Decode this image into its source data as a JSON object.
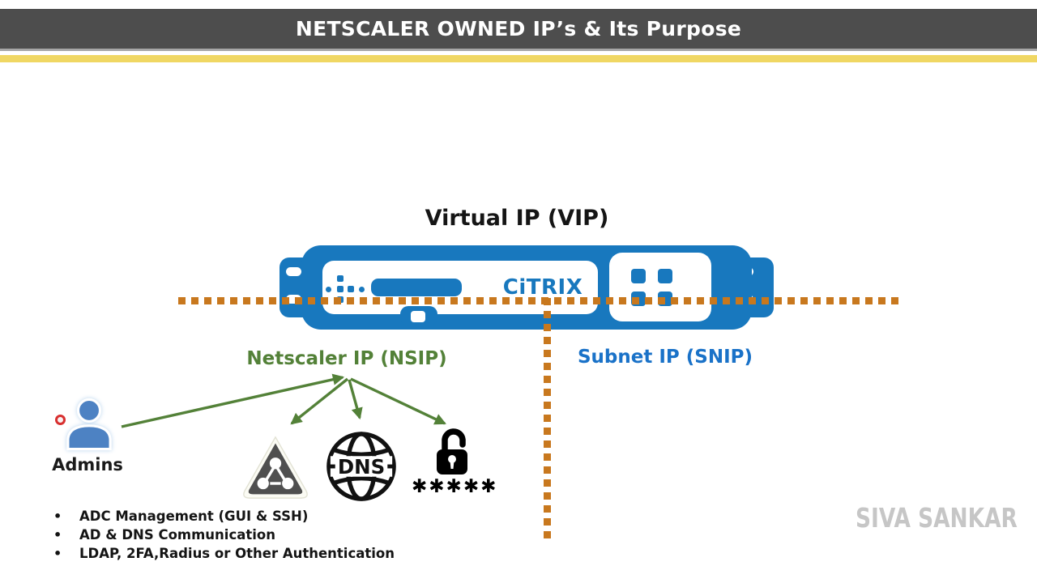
{
  "header": {
    "title": "NETSCALER OWNED IP’s & Its Purpose"
  },
  "diagram": {
    "vip_label": "Virtual IP (VIP)",
    "nsip_label": "Netscaler IP (NSIP)",
    "snip_label": "Subnet IP (SNIP)",
    "admins_label": "Admins",
    "appliance_logo": "CiTRIX",
    "dns_text": "DNS",
    "password_mask": "✱✱✱✱✱"
  },
  "icons": {
    "admin": "admin-person-icon",
    "pointer": "laser-pointer-dot",
    "active_directory": "ad-network-triangle-icon",
    "dns": "dns-globe-icon",
    "authentication": "open-padlock-icon"
  },
  "nsip_purposes": [
    "ADC Management (GUI & SSH)",
    "AD & DNS Communication",
    "LDAP, 2FA,Radius or Other Authentication"
  ],
  "watermark": "SIVA SANKAR",
  "colors": {
    "appliance_blue": "#1878be",
    "arrow_green": "#538138",
    "snip_blue": "#1a72c8",
    "dotted_orange": "#c8781e",
    "title_bar_gray": "#4d4d4d",
    "highlight_yellow": "#f0d763",
    "watermark_gray": "#c6c6c6"
  }
}
